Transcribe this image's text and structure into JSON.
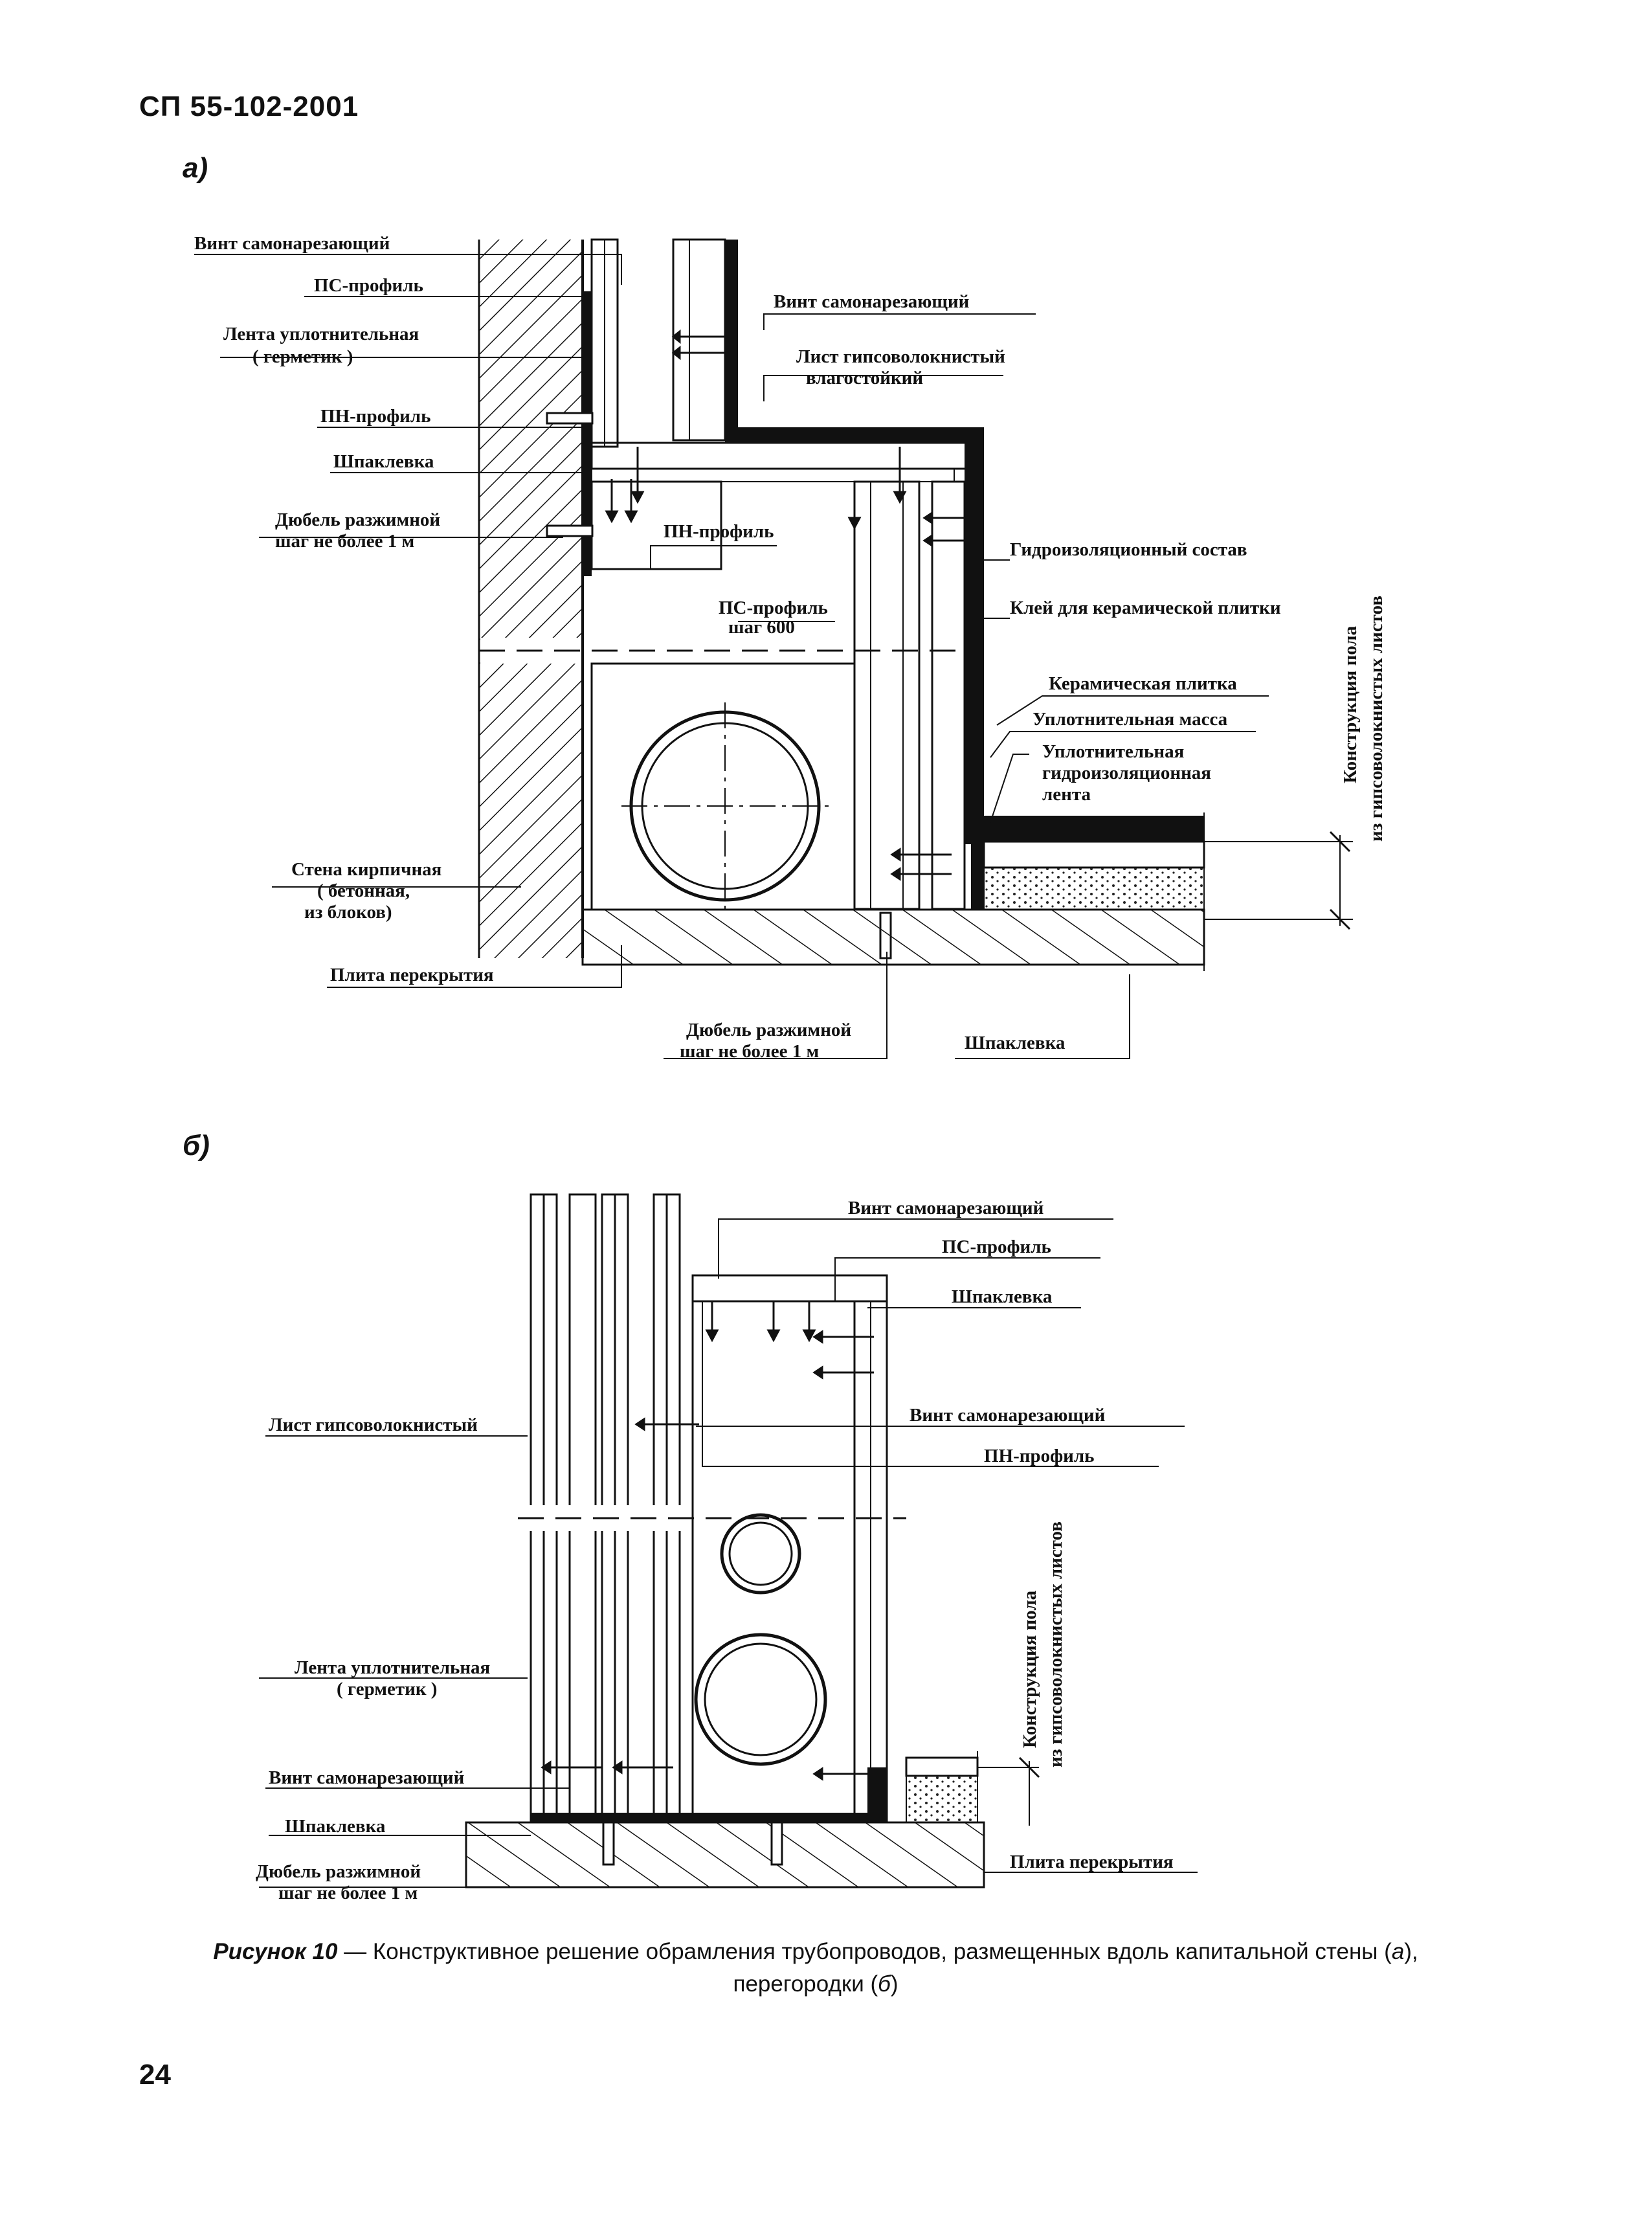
{
  "header": {
    "code": "СП 55-102-2001"
  },
  "panels": {
    "a": "а)",
    "b": "б)"
  },
  "labels_a": {
    "l1": "Винт самонарезающий",
    "l2": "ПС-профиль",
    "l3a": "Лента уплотнительная",
    "l3b": "( герметик )",
    "l4": "ПН-профиль",
    "l5": "Шпаклевка",
    "l6a": "Дюбель разжимной",
    "l6b": "шаг не более 1 м",
    "l7a": "Стена кирпичная",
    "l7b": "( бетонная,",
    "l7c": "из блоков)",
    "l8": "Плита перекрытия",
    "l9a": "Дюбель разжимной",
    "l9b": "шаг не более 1 м",
    "l10": "Шпаклевка",
    "c1": "ПН-профиль",
    "c2a": "ПС-профиль",
    "c2b": "шаг 600",
    "r1": "Винт самонарезающий",
    "r2a": "Лист гипсоволокнистый",
    "r2b": "влагостойкий",
    "r3": "Гидроизоляционный состав",
    "r4": "Клей для керамической плитки",
    "r5": "Керамическая плитка",
    "r6": "Уплотнительная масса",
    "r7a": "Уплотнительная",
    "r7b": "гидроизоляционная",
    "r7c": "лента",
    "v1": "Конструкция пола",
    "v2": "из гипсоволокнистых листов"
  },
  "labels_b": {
    "l1": "Лист гипсоволокнистый",
    "l2a": "Лента уплотнительная",
    "l2b": "( герметик )",
    "l3": "Винт самонарезающий",
    "l4": "Шпаклевка",
    "l5a": "Дюбель разжимной",
    "l5b": "шаг не более 1 м",
    "r1": "Винт самонарезающий",
    "r2": "ПС-профиль",
    "r3": "Шпаклевка",
    "r4": "Винт самонарезающий",
    "r5": "ПН-профиль",
    "r6": "Плита перекрытия",
    "v1": "Конструкция пола",
    "v2": "из гипсоволокнистых листов"
  },
  "caption": {
    "label": "Рисунок 10",
    "text": " — Конструктивное решение обрамления трубопроводов, размещенных вдоль капитальной стены (",
    "a": "а",
    "mid": "), перегородки (",
    "b": "б",
    "end": ")"
  },
  "page_number": "24"
}
